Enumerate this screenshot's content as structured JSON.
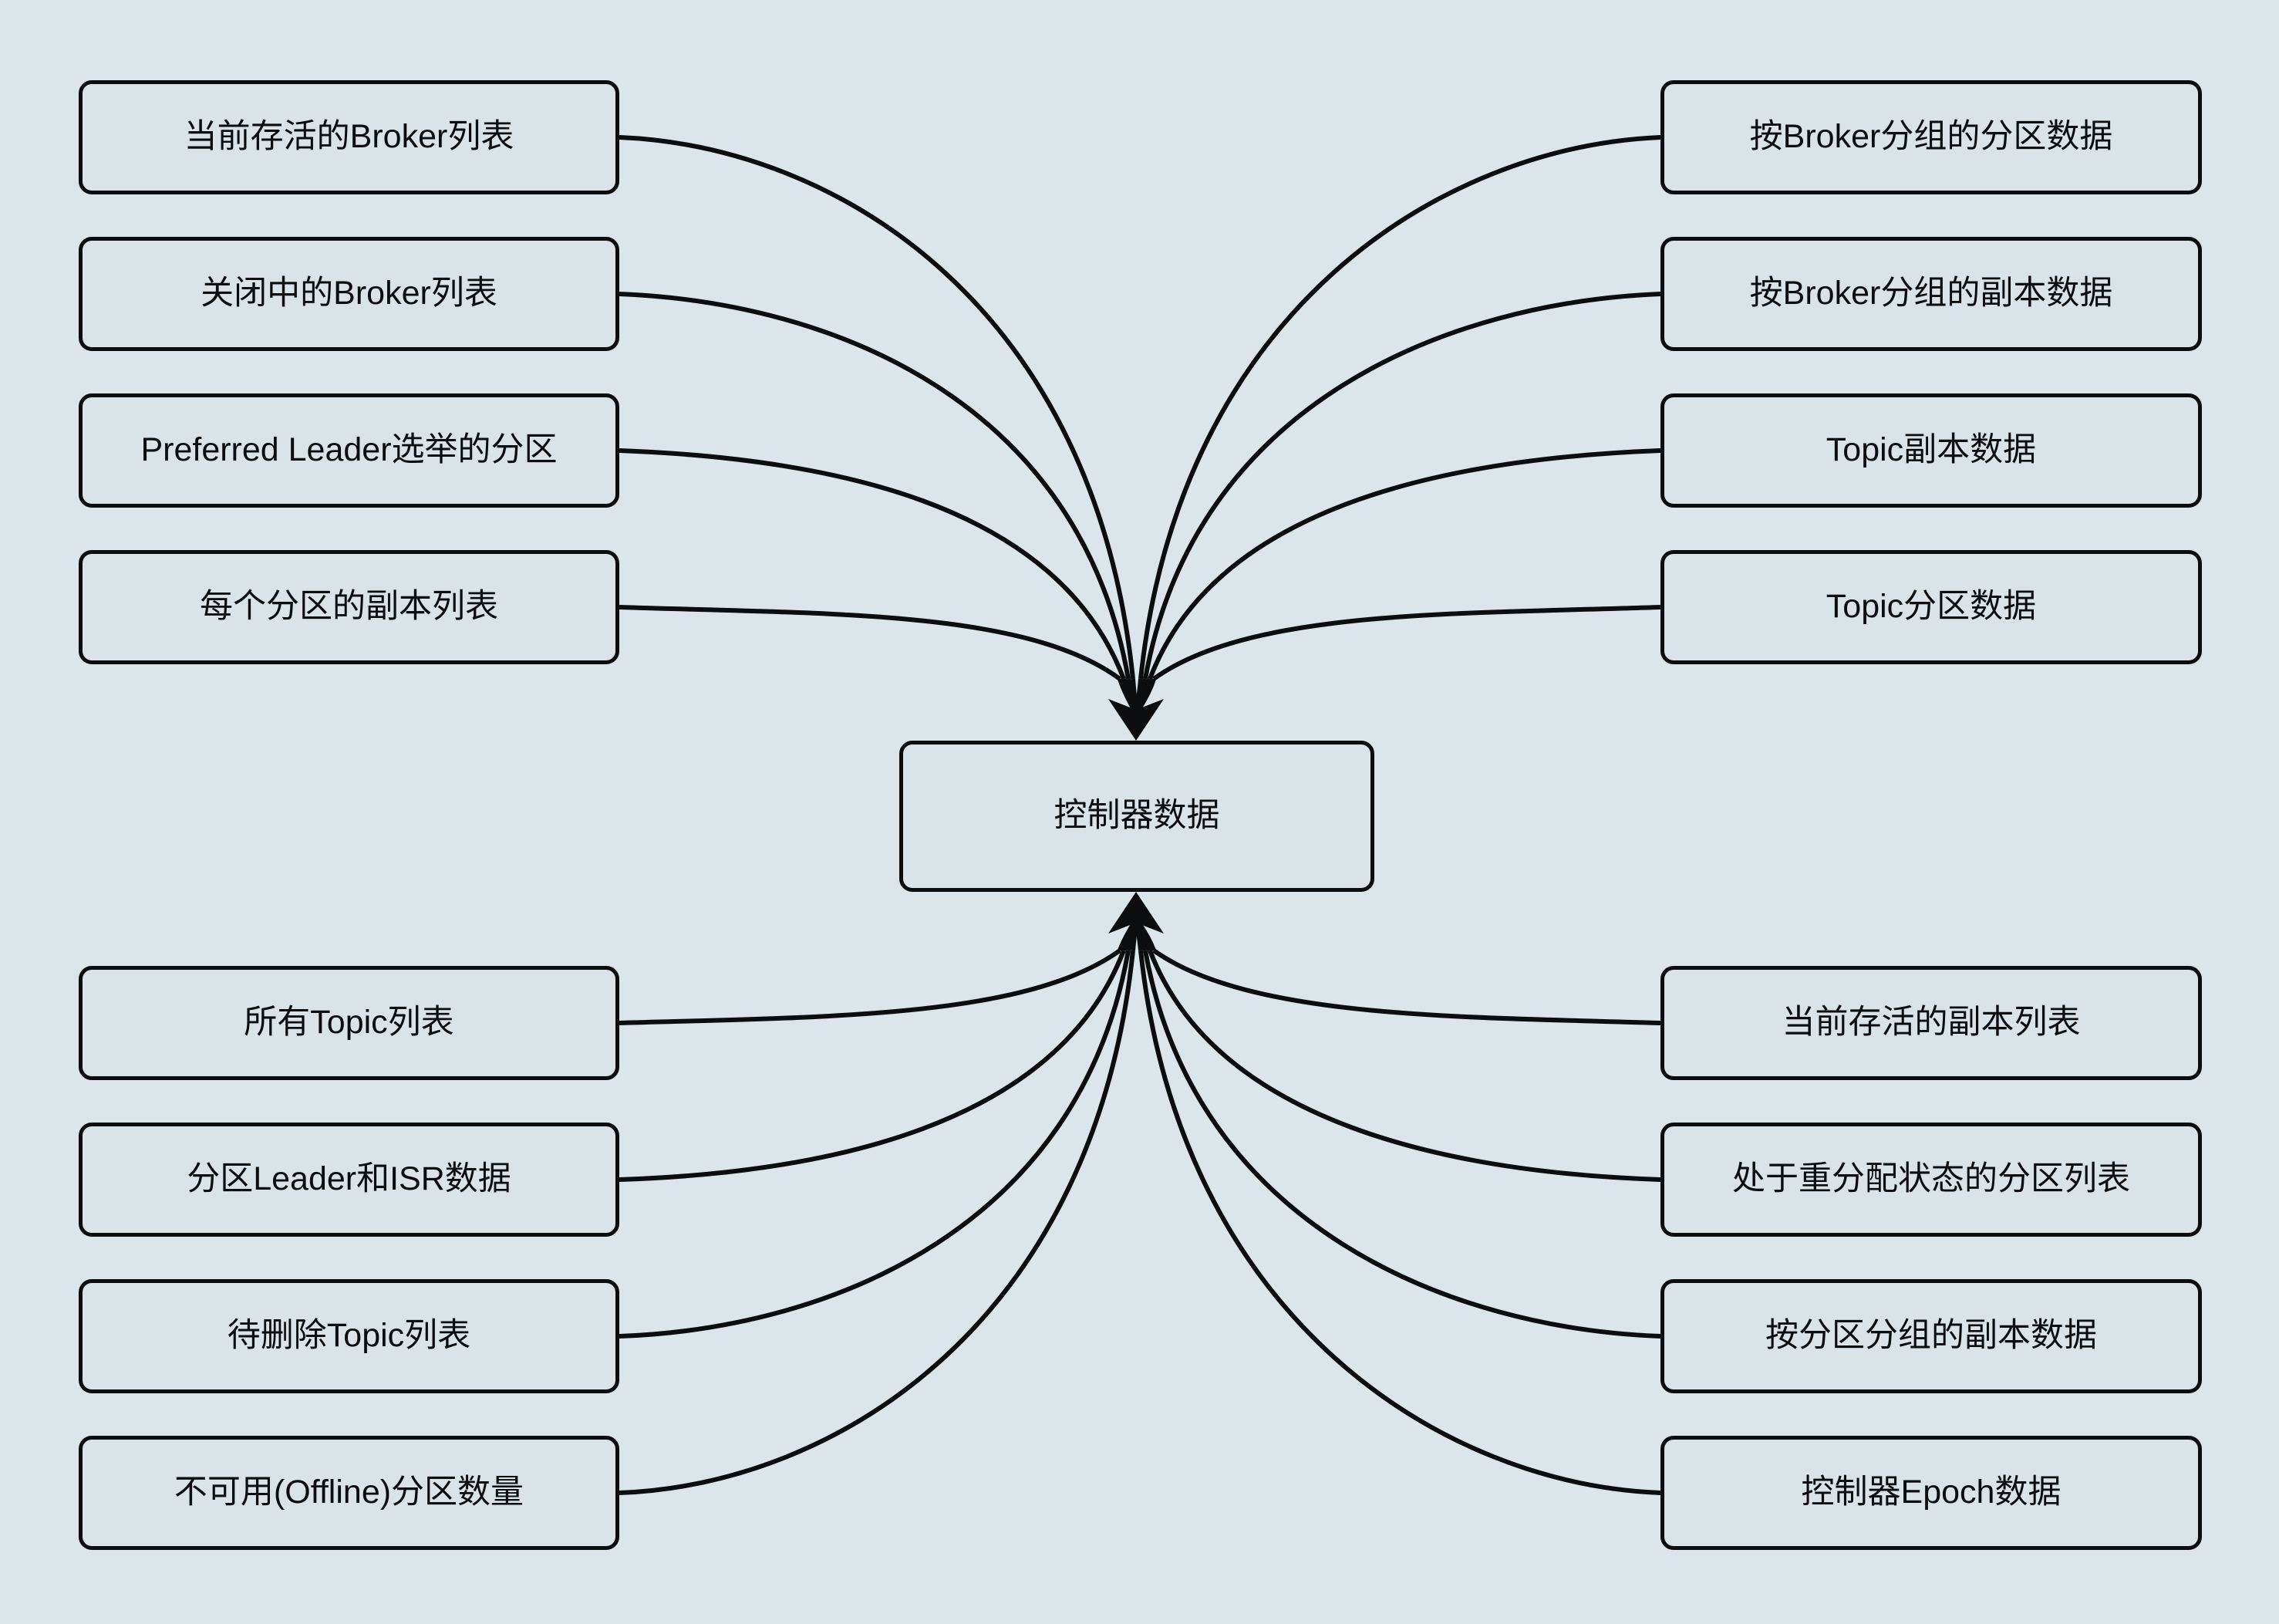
{
  "diagram": {
    "title": "控制器数据",
    "type": "convergence-flowchart",
    "background_color": "#dce5e9",
    "node_fill_color": "#d9e3e8",
    "node_stroke_color": "#0b0d0e",
    "edge_color": "#0b0d0e",
    "center_node": {
      "id": "controller-data",
      "label": "控制器数据"
    },
    "top_left_nodes": [
      {
        "id": "live-broker-list",
        "label": "当前存活的Broker列表"
      },
      {
        "id": "shutting-down-broker-list",
        "label": "关闭中的Broker列表"
      },
      {
        "id": "preferred-leader-election-partitions",
        "label": "Preferred Leader选举的分区"
      },
      {
        "id": "partition-replica-list",
        "label": "每个分区的副本列表"
      }
    ],
    "top_right_nodes": [
      {
        "id": "partitions-grouped-by-broker",
        "label": "按Broker分组的分区数据"
      },
      {
        "id": "replicas-grouped-by-broker",
        "label": "按Broker分组的副本数据"
      },
      {
        "id": "topic-replica-data",
        "label": "Topic副本数据"
      },
      {
        "id": "topic-partition-data",
        "label": "Topic分区数据"
      }
    ],
    "bottom_left_nodes": [
      {
        "id": "all-topic-list",
        "label": "所有Topic列表"
      },
      {
        "id": "partition-leader-and-isr-data",
        "label": "分区Leader和ISR数据"
      },
      {
        "id": "topics-to-be-deleted-list",
        "label": "待删除Topic列表"
      },
      {
        "id": "offline-partition-count",
        "label": "不可用(Offline)分区数量"
      }
    ],
    "bottom_right_nodes": [
      {
        "id": "live-replica-list",
        "label": "当前存活的副本列表"
      },
      {
        "id": "reassigning-partition-list",
        "label": "处于重分配状态的分区列表"
      },
      {
        "id": "replicas-grouped-by-partition",
        "label": "按分区分组的副本数据"
      },
      {
        "id": "controller-epoch-data",
        "label": "控制器Epoch数据"
      }
    ]
  }
}
